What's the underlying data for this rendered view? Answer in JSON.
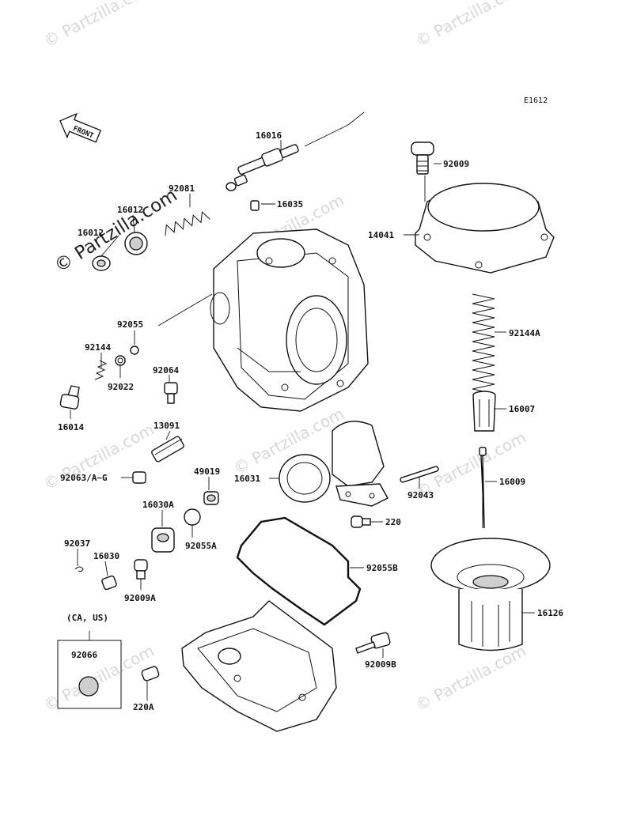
{
  "diagram": {
    "code": "E1612",
    "front_label": "FRONT",
    "watermark": "© Partzilla.com",
    "region_note": "(CA, US)",
    "parts": [
      {
        "id": "p16016",
        "label": "16016"
      },
      {
        "id": "p92009",
        "label": "92009"
      },
      {
        "id": "p92081",
        "label": "92081"
      },
      {
        "id": "p16012",
        "label": "16012"
      },
      {
        "id": "p16012b",
        "label": "16012"
      },
      {
        "id": "p16035",
        "label": "16035"
      },
      {
        "id": "p14041",
        "label": "14041"
      },
      {
        "id": "p92055",
        "label": "92055"
      },
      {
        "id": "p92144",
        "label": "92144"
      },
      {
        "id": "p92022",
        "label": "92022"
      },
      {
        "id": "p92064",
        "label": "92064"
      },
      {
        "id": "p92144A",
        "label": "92144A"
      },
      {
        "id": "p16014",
        "label": "16014"
      },
      {
        "id": "p16007",
        "label": "16007"
      },
      {
        "id": "p13091",
        "label": "13091"
      },
      {
        "id": "p92063",
        "label": "92063/A~G"
      },
      {
        "id": "p49019",
        "label": "49019"
      },
      {
        "id": "p16031",
        "label": "16031"
      },
      {
        "id": "p92043",
        "label": "92043"
      },
      {
        "id": "p16009",
        "label": "16009"
      },
      {
        "id": "p16030A",
        "label": "16030A"
      },
      {
        "id": "p220",
        "label": "220"
      },
      {
        "id": "p92055A",
        "label": "92055A"
      },
      {
        "id": "p92037",
        "label": "92037"
      },
      {
        "id": "p16030",
        "label": "16030"
      },
      {
        "id": "p92055B",
        "label": "92055B"
      },
      {
        "id": "p92009A",
        "label": "92009A"
      },
      {
        "id": "p16126",
        "label": "16126"
      },
      {
        "id": "p92066",
        "label": "92066"
      },
      {
        "id": "p92009B",
        "label": "92009B"
      },
      {
        "id": "p220A",
        "label": "220A"
      }
    ]
  }
}
